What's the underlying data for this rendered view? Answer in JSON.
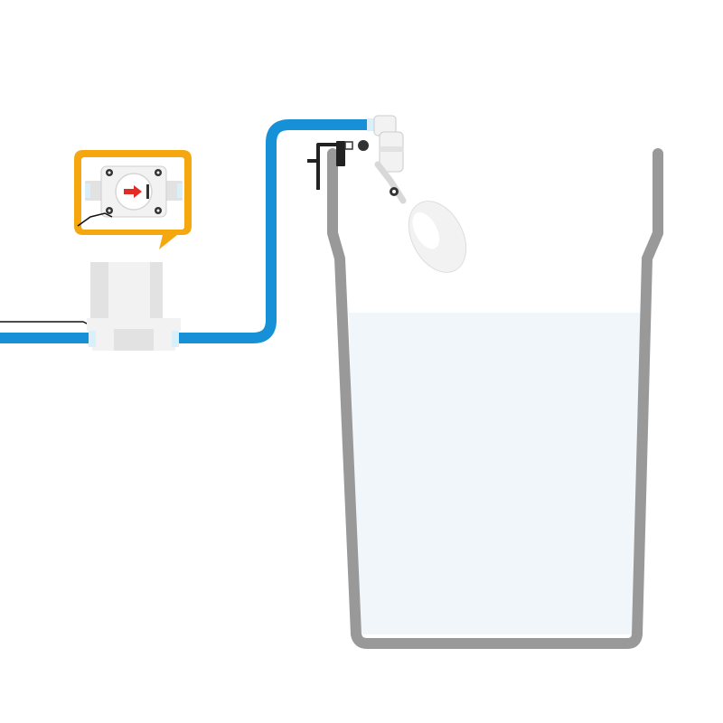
{
  "diagram": {
    "components": [
      {
        "id": "solenoid-valve",
        "icon": "solenoid-valve-icon"
      },
      {
        "id": "valve-detail-callout",
        "icon": "valve-internal-view-icon"
      },
      {
        "id": "supply-pipe",
        "icon": "pipe-icon"
      },
      {
        "id": "float-valve",
        "icon": "float-valve-icon"
      },
      {
        "id": "water-tank",
        "icon": "tank-icon"
      }
    ],
    "flow_direction": "right"
  },
  "colors": {
    "pipe": "#1691d8",
    "pipe_fitting": "#d9f0fb",
    "tank_wall": "#999999",
    "water": "#f1f6fa",
    "callout": "#f5a70f",
    "valve_body": "#f2f2f2",
    "valve_shadow": "#e2e2e2",
    "flow_arrow": "#e52b25",
    "bracket": "#222222",
    "cable": "#111111"
  }
}
